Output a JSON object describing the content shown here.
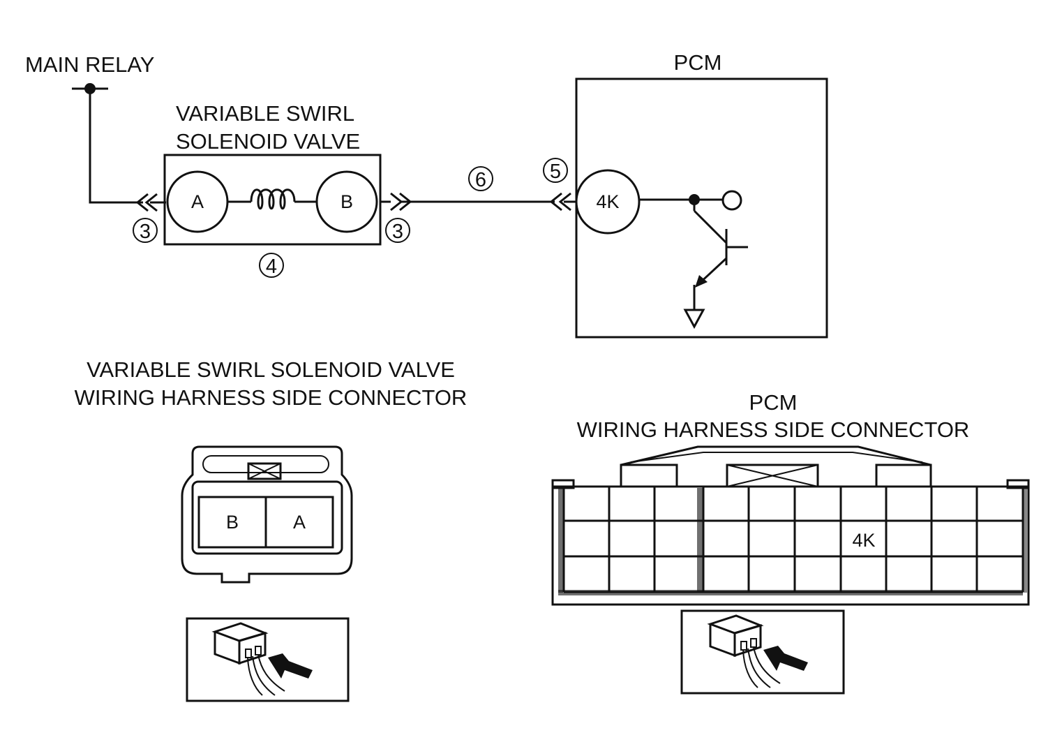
{
  "schematic": {
    "main_relay": "MAIN RELAY",
    "pcm": "PCM",
    "valve_line1": "VARIABLE SWIRL",
    "valve_line2": "SOLENOID VALVE",
    "terminal_a": "A",
    "terminal_b": "B",
    "pcm_terminal": "4K",
    "circle_left": "3",
    "circle_right": "3",
    "circle_body": "4",
    "circle_pcm": "5",
    "circle_wire": "6"
  },
  "valve_connector": {
    "title_line1": "VARIABLE SWIRL SOLENOID VALVE",
    "title_line2": "WIRING HARNESS SIDE CONNECTOR",
    "pin_left": "B",
    "pin_right": "A"
  },
  "pcm_connector": {
    "title_line1": "PCM",
    "title_line2": "WIRING HARNESS SIDE CONNECTOR",
    "pin_label": "4K"
  },
  "icons": [
    "harness-side-connector-icon"
  ]
}
